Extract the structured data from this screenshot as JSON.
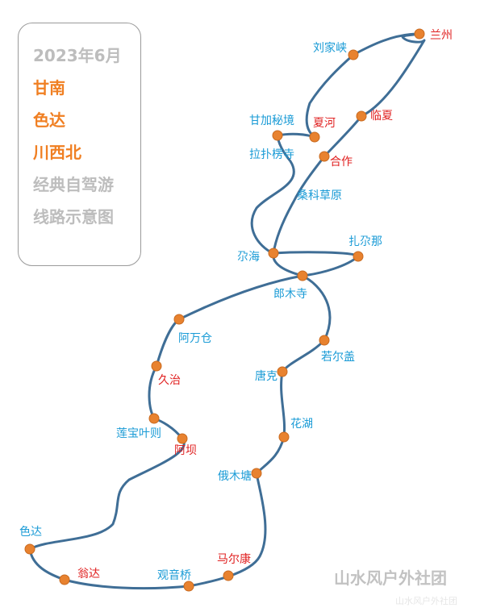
{
  "legend": {
    "lines": [
      {
        "text": "2023年6月",
        "color": "#bdbdbd"
      },
      {
        "text": "甘南",
        "color": "#f07f22"
      },
      {
        "text": "色达",
        "color": "#f07f22"
      },
      {
        "text": "川西北",
        "color": "#f07f22"
      },
      {
        "text": "经典自驾游",
        "color": "#bdbdbd"
      },
      {
        "text": "线路示意图",
        "color": "#bdbdbd"
      }
    ]
  },
  "places": [
    {
      "name": "兰州",
      "kind": "major"
    },
    {
      "name": "刘家峡",
      "kind": "minor"
    },
    {
      "name": "临夏",
      "kind": "major"
    },
    {
      "name": "夏河",
      "kind": "major"
    },
    {
      "name": "甘加秘境",
      "kind": "minor"
    },
    {
      "name": "拉扑楞寺",
      "kind": "minor"
    },
    {
      "name": "合作",
      "kind": "major"
    },
    {
      "name": "桑科草原",
      "kind": "minor"
    },
    {
      "name": "扎尕那",
      "kind": "minor"
    },
    {
      "name": "尕海",
      "kind": "minor"
    },
    {
      "name": "郎木寺",
      "kind": "minor"
    },
    {
      "name": "若尔盖",
      "kind": "minor"
    },
    {
      "name": "唐克",
      "kind": "minor"
    },
    {
      "name": "花湖",
      "kind": "minor"
    },
    {
      "name": "俄木塘",
      "kind": "minor"
    },
    {
      "name": "马尔康",
      "kind": "major"
    },
    {
      "name": "观音桥",
      "kind": "minor"
    },
    {
      "name": "翁达",
      "kind": "major"
    },
    {
      "name": "色达",
      "kind": "minor"
    },
    {
      "name": "阿坝",
      "kind": "major"
    },
    {
      "name": "莲宝叶则",
      "kind": "minor"
    },
    {
      "name": "久治",
      "kind": "major"
    },
    {
      "name": "阿万仓",
      "kind": "minor"
    }
  ],
  "colors": {
    "route": "#3f6e96",
    "marker": "#e8822f",
    "major_label": "#e02020",
    "minor_label": "#1a9bd6"
  },
  "watermark": {
    "main": "山水风户外社团",
    "sub": "山水风户外社团"
  }
}
